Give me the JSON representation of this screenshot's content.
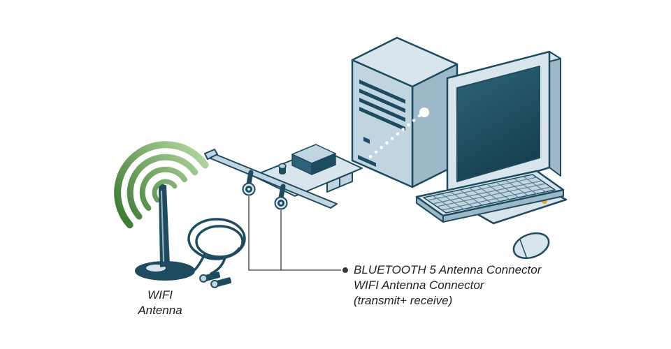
{
  "labels": {
    "antenna": {
      "line1": "WIFI",
      "line2": "Antenna"
    },
    "callout": {
      "line1": "BLUETOOTH 5 Antenna Connector",
      "line2": "WIFI Antenna Connector",
      "line3": "(transmit+ receive)"
    }
  },
  "colors": {
    "background": "#ffffff",
    "ink": "#1d4b5f",
    "panel": "#c1d5e0",
    "panel_light": "#d9e5ec",
    "side": "#9db9c8",
    "side_dark": "#5d8296",
    "module_front": "#2f6279",
    "screen_top": "#2c6478",
    "screen_bottom": "#143d4d",
    "signal_green_dark": "#3f7d35",
    "signal_green_light": "#aed39c",
    "led_orange": "#e9a23b",
    "leader": "#3a3a3a",
    "text": "#1f1f1f"
  }
}
